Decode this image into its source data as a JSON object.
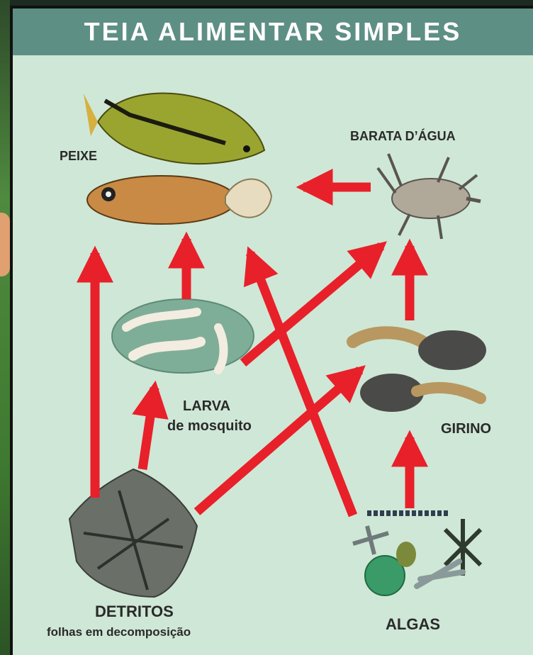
{
  "title": "TEIA ALIMENTAR SIMPLES",
  "nodes": {
    "peixe": "PEIXE",
    "barata": "BARATA D’ÁGUA",
    "larva_line1": "LARVA",
    "larva_line2": "de mosquito",
    "girino": "GIRINO",
    "detritos_line1": "DETRITOS",
    "detritos_line2": "folhas em decomposição",
    "algas": "ALGAS"
  },
  "colors": {
    "arrow": "#e8202a",
    "background": "#cfe7d6",
    "title_bar": "#5e8f84"
  },
  "edges": [
    [
      "detritos",
      "peixe"
    ],
    [
      "larva",
      "peixe"
    ],
    [
      "algas",
      "peixe"
    ],
    [
      "barata",
      "peixe"
    ],
    [
      "detritos",
      "larva"
    ],
    [
      "larva",
      "barata"
    ],
    [
      "girino",
      "barata"
    ],
    [
      "detritos",
      "girino"
    ],
    [
      "algas",
      "girino"
    ]
  ]
}
